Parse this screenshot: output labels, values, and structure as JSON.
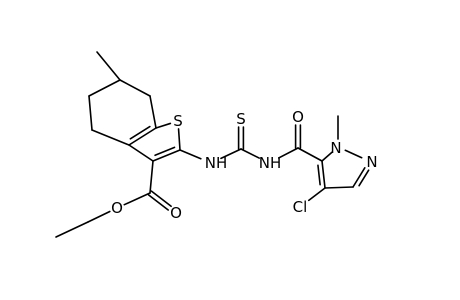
{
  "colors": {
    "bond": "#000000",
    "label": "#000000",
    "background": "#ffffff"
  },
  "molecule": {
    "atoms": [
      {
        "id": "C_me6",
        "label": ""
      },
      {
        "id": "C6",
        "label": ""
      },
      {
        "id": "C7",
        "label": ""
      },
      {
        "id": "C7a",
        "label": ""
      },
      {
        "id": "S1",
        "label": "S"
      },
      {
        "id": "C2",
        "label": ""
      },
      {
        "id": "C3",
        "label": ""
      },
      {
        "id": "C3a",
        "label": ""
      },
      {
        "id": "C4",
        "label": ""
      },
      {
        "id": "C5",
        "label": ""
      },
      {
        "id": "C_est",
        "label": ""
      },
      {
        "id": "O_dbl",
        "label": "O"
      },
      {
        "id": "O_eth",
        "label": "O"
      },
      {
        "id": "C_et1",
        "label": ""
      },
      {
        "id": "C_et2",
        "label": ""
      },
      {
        "id": "N_a",
        "label": "NH"
      },
      {
        "id": "C_thio",
        "label": ""
      },
      {
        "id": "S_thio",
        "label": "S"
      },
      {
        "id": "N_b",
        "label": "NH"
      },
      {
        "id": "C_am",
        "label": ""
      },
      {
        "id": "O_am",
        "label": "O"
      },
      {
        "id": "Cp5",
        "label": ""
      },
      {
        "id": "Np1",
        "label": "N"
      },
      {
        "id": "C_nme",
        "label": ""
      },
      {
        "id": "Np2",
        "label": "N"
      },
      {
        "id": "Cp3",
        "label": ""
      },
      {
        "id": "Cp4",
        "label": ""
      },
      {
        "id": "Cl",
        "label": "Cl"
      }
    ],
    "bonds": [
      {
        "a": "C_me6",
        "b": "C6",
        "order": 1
      },
      {
        "a": "C6",
        "b": "C7",
        "order": 1
      },
      {
        "a": "C7",
        "b": "C7a",
        "order": 1
      },
      {
        "a": "C7a",
        "b": "S1",
        "order": 1
      },
      {
        "a": "S1",
        "b": "C2",
        "order": 1
      },
      {
        "a": "C2",
        "b": "C3",
        "order": 2
      },
      {
        "a": "C3",
        "b": "C3a",
        "order": 1
      },
      {
        "a": "C3a",
        "b": "C7a",
        "order": 2
      },
      {
        "a": "C3a",
        "b": "C4",
        "order": 1
      },
      {
        "a": "C4",
        "b": "C5",
        "order": 1
      },
      {
        "a": "C5",
        "b": "C6",
        "order": 1
      },
      {
        "a": "C3",
        "b": "C_est",
        "order": 1
      },
      {
        "a": "C_est",
        "b": "O_dbl",
        "order": 2
      },
      {
        "a": "C_est",
        "b": "O_eth",
        "order": 1
      },
      {
        "a": "O_eth",
        "b": "C_et1",
        "order": 1
      },
      {
        "a": "C_et1",
        "b": "C_et2",
        "order": 1
      },
      {
        "a": "C2",
        "b": "N_a",
        "order": 1
      },
      {
        "a": "N_a",
        "b": "C_thio",
        "order": 1
      },
      {
        "a": "C_thio",
        "b": "S_thio",
        "order": 2
      },
      {
        "a": "C_thio",
        "b": "N_b",
        "order": 1
      },
      {
        "a": "N_b",
        "b": "C_am",
        "order": 1
      },
      {
        "a": "C_am",
        "b": "O_am",
        "order": 2
      },
      {
        "a": "C_am",
        "b": "Cp5",
        "order": 1
      },
      {
        "a": "Cp5",
        "b": "Np1",
        "order": 1
      },
      {
        "a": "Np1",
        "b": "C_nme",
        "order": 1
      },
      {
        "a": "Np1",
        "b": "Np2",
        "order": 1
      },
      {
        "a": "Np2",
        "b": "Cp3",
        "order": 2
      },
      {
        "a": "Cp3",
        "b": "Cp4",
        "order": 1
      },
      {
        "a": "Cp4",
        "b": "Cp5",
        "order": 2
      },
      {
        "a": "Cp4",
        "b": "Cl",
        "order": 1
      }
    ]
  }
}
